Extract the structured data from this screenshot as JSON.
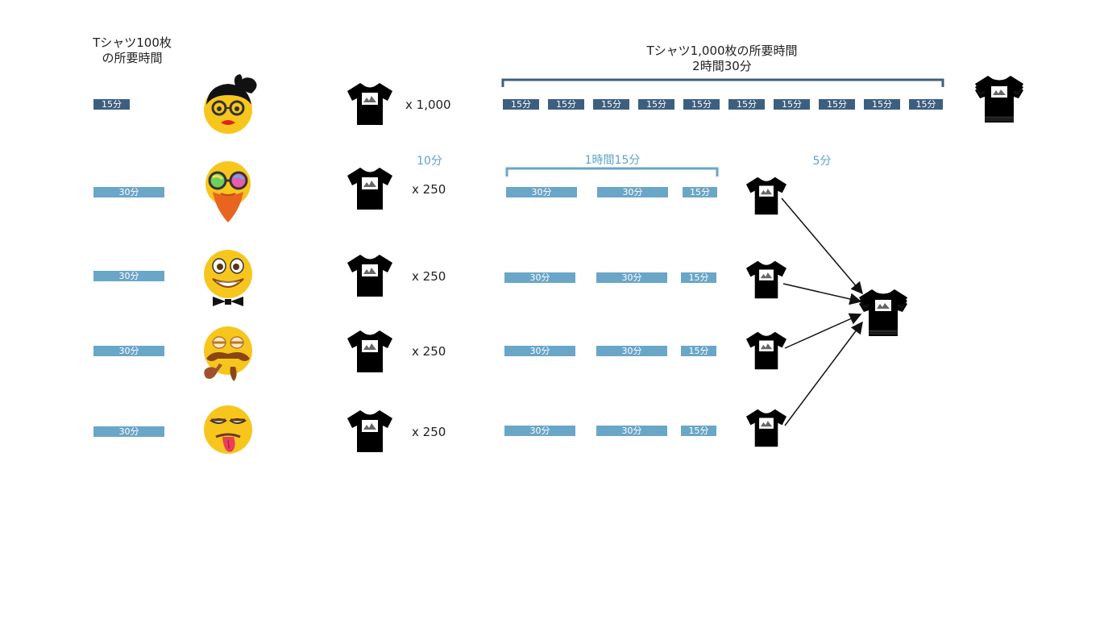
{
  "left_heading": [
    "Tシャツ100枚",
    "の所要時間"
  ],
  "top_heading": [
    "Tシャツ1,000枚の所要時間",
    "2時間30分"
  ],
  "row1": {
    "lead_bar": "15分",
    "multiplier": "x 1,000",
    "segments": [
      "15分",
      "15分",
      "15分",
      "15分",
      "15分",
      "15分",
      "15分",
      "15分",
      "15分",
      "15分"
    ]
  },
  "parallel": {
    "setup_label": "10分",
    "work_label": "1時間15分",
    "merge_label": "5分",
    "rows": [
      {
        "lead_bar": "30分",
        "multiplier": "x 250",
        "segments": [
          "30分",
          "30分",
          "15分"
        ]
      },
      {
        "lead_bar": "30分",
        "multiplier": "x 250",
        "segments": [
          "30分",
          "30分",
          "15分"
        ]
      },
      {
        "lead_bar": "30分",
        "multiplier": "x 250",
        "segments": [
          "30分",
          "30分",
          "15分"
        ]
      },
      {
        "lead_bar": "30分",
        "multiplier": "x 250",
        "segments": [
          "30分",
          "30分",
          "15分"
        ]
      }
    ]
  },
  "colors": {
    "dark_bar": "#3d5f7f",
    "light_bar": "#6aa6c8",
    "label_blue": "#5ea3c8",
    "bracket_dark": "#3d5f7f",
    "emoji_yellow": "#f7c61d"
  },
  "icons": [
    "woman-emoji-icon",
    "bearded-glasses-emoji-icon",
    "grinning-bowtie-emoji-icon",
    "mustache-pipe-emoji-icon",
    "tongue-out-emoji-icon",
    "tshirt-icon",
    "tshirt-stack-icon",
    "arrow-icon"
  ]
}
